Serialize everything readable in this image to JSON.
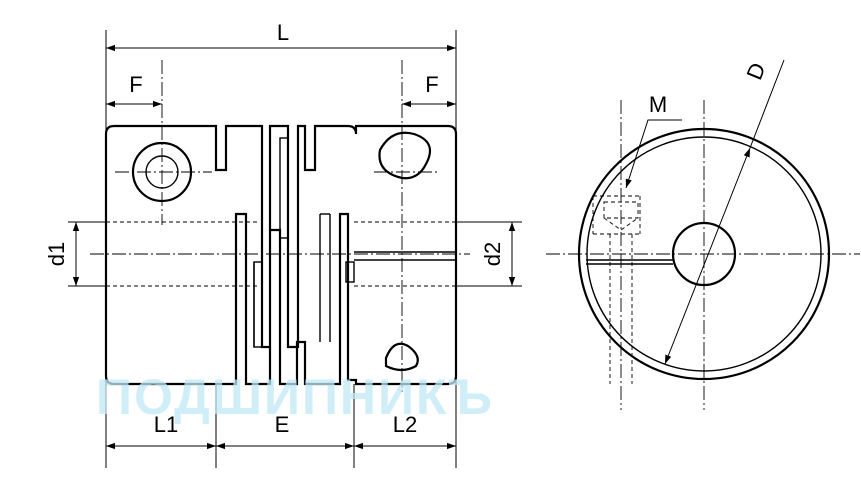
{
  "labels": {
    "L": "L",
    "F_left": "F",
    "F_right": "F",
    "d1": "d1",
    "d2": "d2",
    "L1": "L1",
    "E": "E",
    "L2": "L2",
    "M": "M",
    "D": "D"
  },
  "watermark": "ПОДШИПНИКЪ",
  "colors": {
    "line": "#000000",
    "watermark": "#bfe8f6",
    "background": "#ffffff"
  }
}
